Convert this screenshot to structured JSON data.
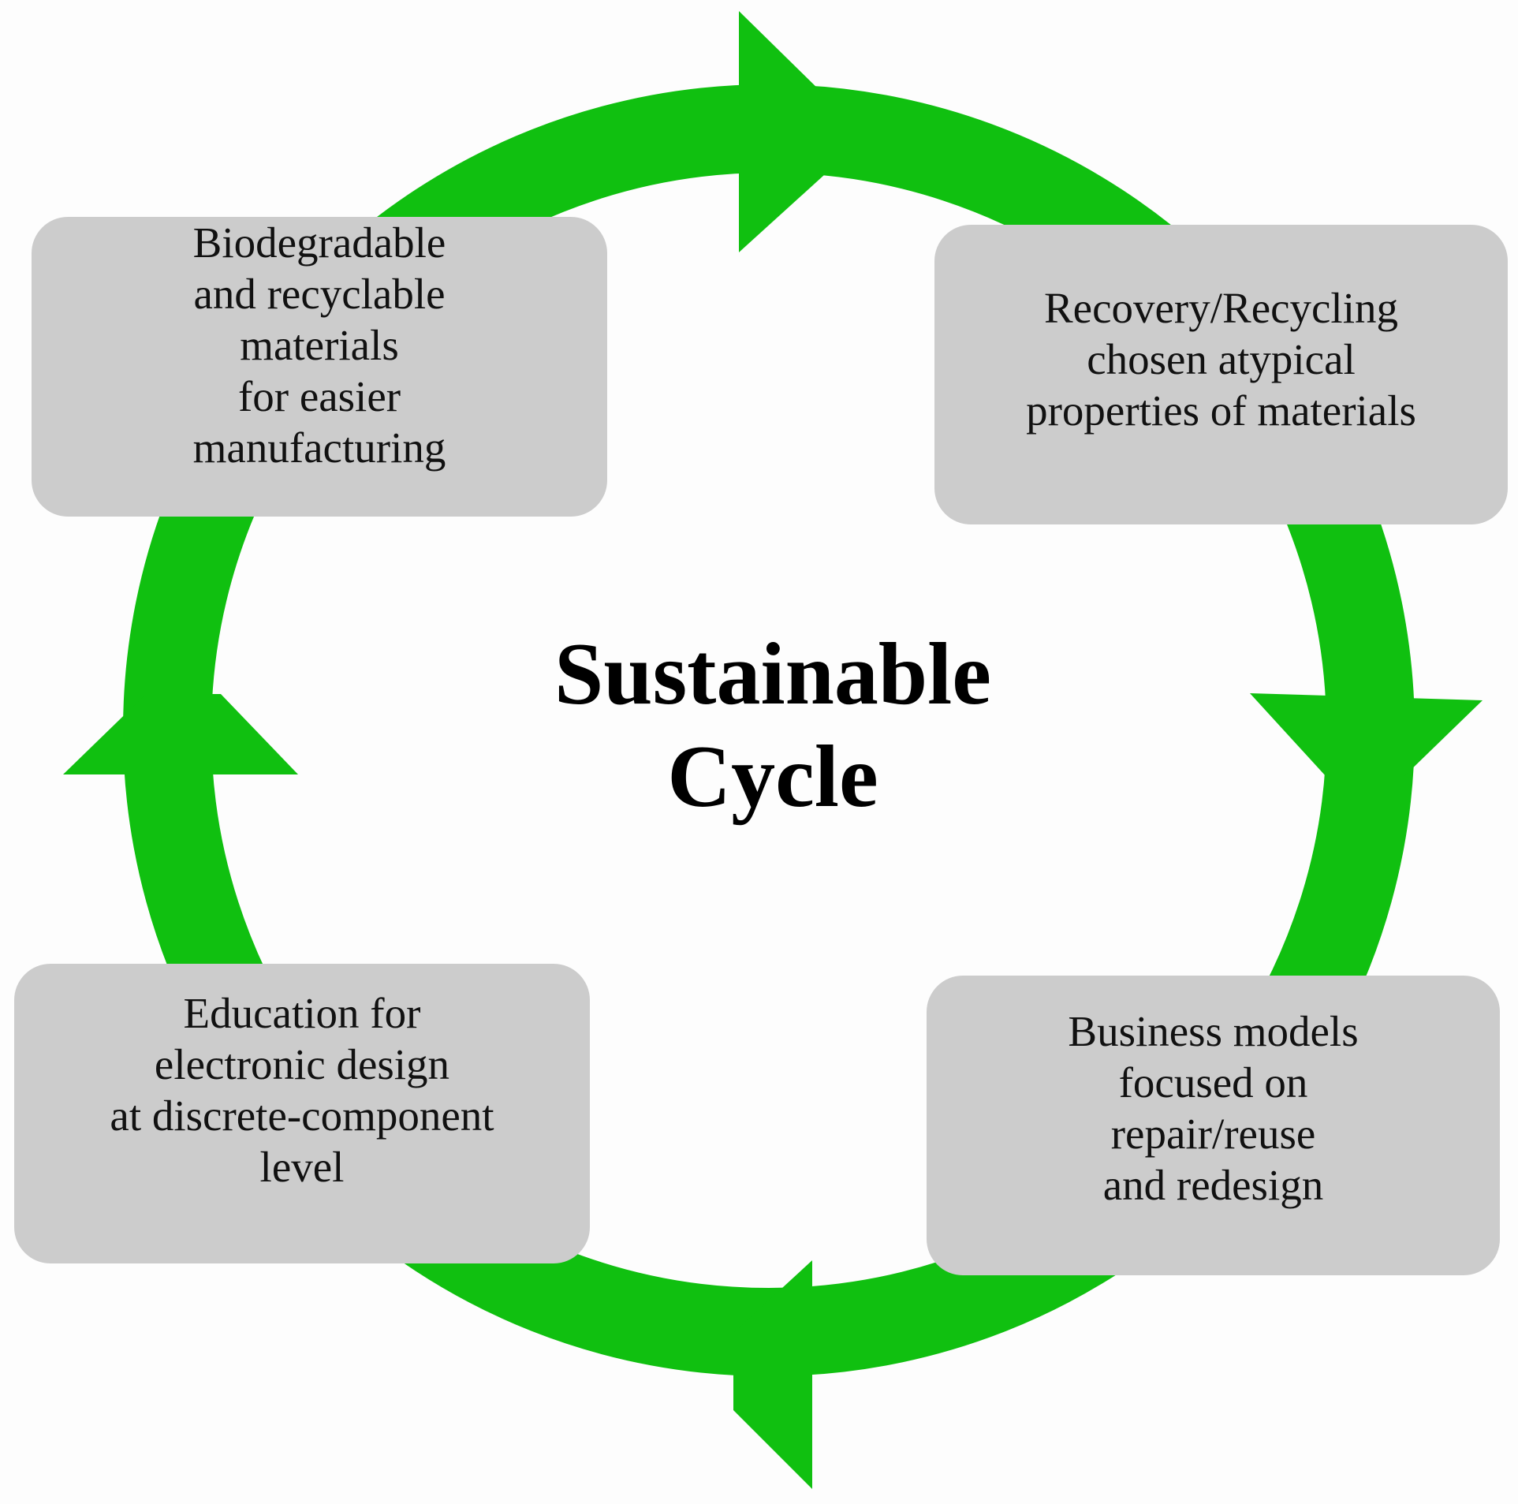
{
  "colors": {
    "cycle_arrow": "#10c010",
    "box_fill": "#cccccc",
    "background": "#fdfdfd",
    "text": "#111111"
  },
  "center": {
    "title": "Sustainable\nCycle"
  },
  "stages": {
    "top_left": "Biodegradable\nand recyclable\nmaterials\nfor easier\nmanufacturing",
    "top_right": "Recovery/Recycling\nchosen atypical\nproperties of materials",
    "bottom_right": "Business models\nfocused on\nrepair/reuse\nand redesign",
    "bottom_left": "Education for\nelectronic design\nat discrete-component\nlevel"
  }
}
